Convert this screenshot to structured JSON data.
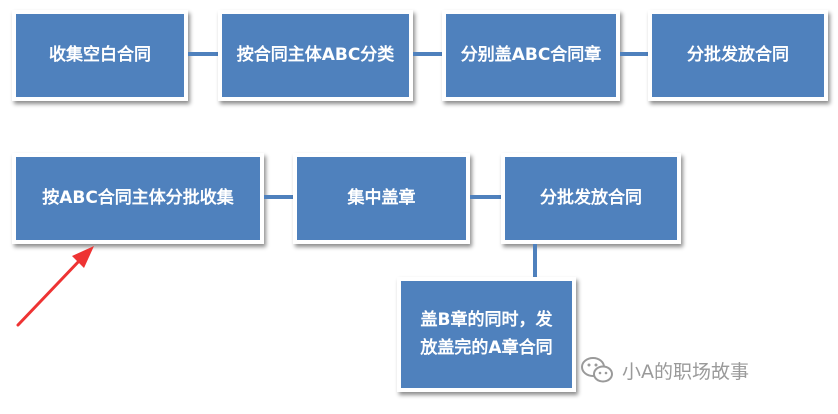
{
  "flow_top": {
    "steps": [
      "收集空白合同",
      "按合同主体ABC分类",
      "分别盖ABC合同章",
      "分批发放合同"
    ]
  },
  "flow_bottom": {
    "steps": [
      "按ABC合同主体分批收集",
      "集中盖章",
      "分批发放合同"
    ],
    "sub_step": {
      "line1": "盖B章的同时，发",
      "line2": "放盖完的A章合同"
    }
  },
  "annotation": {
    "icon": "red-arrow-icon",
    "color": "#ee3333"
  },
  "watermark": {
    "text": "小A的职场故事",
    "icon": "wechat-icon"
  },
  "colors": {
    "box_fill": "#4f81bd",
    "box_text": "#ffffff",
    "connector": "#4f81bd"
  }
}
